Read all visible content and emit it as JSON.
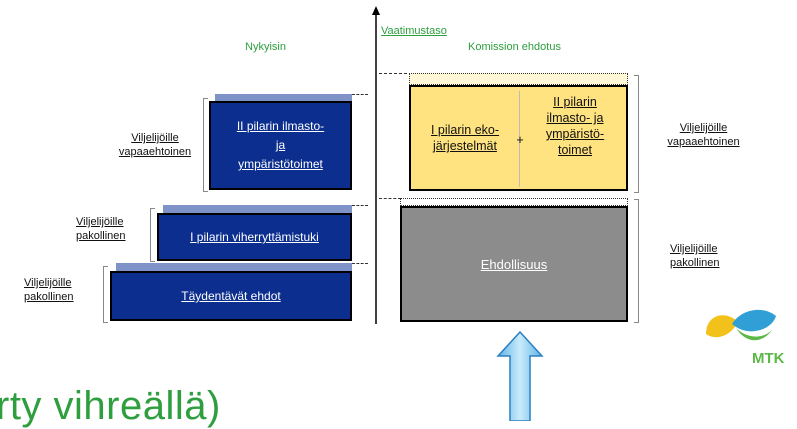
{
  "axis": {
    "label": "Vaatimustaso"
  },
  "headers": {
    "current": "Nykyisin",
    "proposal": "Komission ehdotus"
  },
  "current": {
    "pillar2_env": [
      "II pilarin ilmasto-",
      "ja",
      "ympäristötoimet"
    ],
    "greening": "I pilarin viherryttämistuki",
    "cross_compliance": "Täydentävät ehdot",
    "labels": {
      "voluntary": [
        "Viljelijöille",
        "vapaaehtoinen"
      ],
      "mandatory1": [
        "Viljelijöille",
        "pakollinen"
      ],
      "mandatory2": [
        "Viljelijöille",
        "pakollinen"
      ]
    }
  },
  "proposal": {
    "eco_schemes": [
      "I pilarin eko-",
      "järjestelmät"
    ],
    "plus": "+",
    "pillar2_env": [
      "II pilarin",
      "ilmasto- ja",
      "ympäristö-",
      "toimet"
    ],
    "conditionality": "Ehdollisuus",
    "labels": {
      "voluntary": [
        "Viljelijöille",
        "vapaaehtoinen"
      ],
      "mandatory": [
        "Viljelijöille",
        "pakollinen"
      ]
    }
  },
  "logo": {
    "text": "MTK",
    "colors": [
      "#f2c21b",
      "#2f9fd6",
      "#5bb947"
    ]
  },
  "footer": {
    "partial_text": "rty vihreällä)"
  },
  "colors": {
    "navy": "#0c2f8f",
    "yellow": "#ffe380",
    "gray": "#8c8c8c",
    "green": "#2e9e3e",
    "arrow": "#8fd0f5"
  }
}
